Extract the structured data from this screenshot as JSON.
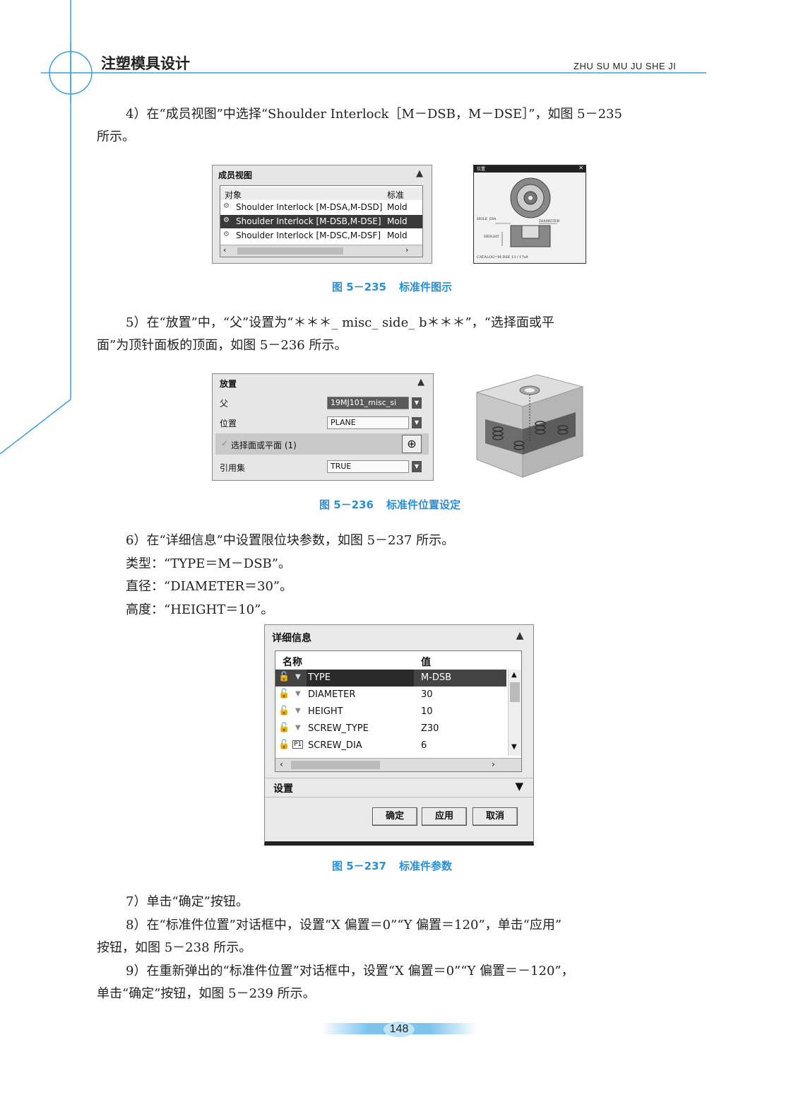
{
  "header": {
    "title": "注塑模具设计",
    "pinyin": "ZHU SU MU JU SHE JI"
  },
  "paragraphs": {
    "p4_line1": "4）在“成员视图”中选择“Shoulder Interlock［M－DSB，M－DSE］”，如图 5－235",
    "p4_line2": "所示。",
    "p5_line1": "5）在“放置”中，“父”设置为“＊＊＊_ misc_ side_ b＊＊＊”，“选择面或平",
    "p5_line2": "面”为顶针面板的顶面，如图 5－236 所示。",
    "p6": "6）在“详细信息”中设置限位块参数，如图 5－237 所示。",
    "type": "类型：“TYPE＝M－DSB”。",
    "diameter": "直径：“DIAMETER＝30”。",
    "height": "高度：“HEIGHT＝10”。",
    "p7": "7）单击“确定”按钮。",
    "p8_line1": "8）在“标准件位置”对话框中，设置“X 偏置＝0”“Y 偏置＝120”，单击“应用”",
    "p8_line2": "按钮，如图 5－238 所示。",
    "p9_line1": "9）在重新弹出的“标准件位置”对话框中，设置“X 偏置＝0”“Y 偏置＝－120”，",
    "p9_line2": "单击“确定”按钮，如图 5－239 所示。"
  },
  "figures": {
    "fig235": {
      "number": "图 5－235",
      "caption": "标准件图示",
      "member_view": {
        "title": "成员视图",
        "col_object": "对象",
        "col_standard": "标准",
        "rows": [
          {
            "object": "Shoulder Interlock [M-DSA,M-DSD]",
            "standard": "Mold"
          },
          {
            "object": "Shoulder Interlock [M-DSB,M-DSE]",
            "standard": "Mold"
          },
          {
            "object": "Shoulder Interlock [M-DSC,M-DSF]",
            "standard": "Mold"
          }
        ],
        "selected_index": 1
      },
      "preview": {
        "title": "位置",
        "hole_dia": "HOLE_DIA",
        "diameter": "DIAMETER",
        "height": "HEIGHT",
        "catalog": "CATALOG=M-DSE 13 / 17x9"
      }
    },
    "fig236": {
      "number": "图 5－236",
      "caption": "标准件位置设定",
      "placement": {
        "title": "放置",
        "parent_label": "父",
        "parent_value": "19MJ101_misc_si",
        "position_label": "位置",
        "position_value": "PLANE",
        "select_face_label": "选择面或平面 (1)",
        "reference_set_label": "引用集",
        "reference_set_value": "TRUE"
      }
    },
    "fig237": {
      "number": "图 5－237",
      "caption": "标准件参数",
      "details": {
        "title": "详细信息",
        "col_name": "名称",
        "col_value": "值",
        "rows": [
          {
            "name": "TYPE",
            "value": "M-DSB"
          },
          {
            "name": "DIAMETER",
            "value": "30"
          },
          {
            "name": "HEIGHT",
            "value": "10"
          },
          {
            "name": "SCREW_TYPE",
            "value": "Z30"
          },
          {
            "name": "SCREW_DIA",
            "value": "6"
          }
        ],
        "selected_index": 0,
        "settings_label": "设置",
        "ok": "确定",
        "apply": "应用",
        "cancel": "取消"
      }
    }
  },
  "page_number": "148",
  "colors": {
    "accent": "#2a8fd0",
    "selection": "#3a3a3a"
  }
}
